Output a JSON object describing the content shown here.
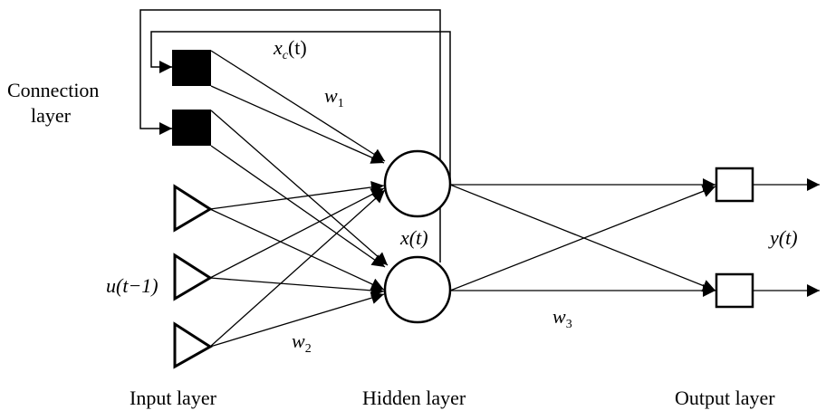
{
  "labels": {
    "connection_layer_line1": "Connection",
    "connection_layer_line2": "layer",
    "input_layer": "Input layer",
    "hidden_layer": "Hidden layer",
    "output_layer": "Output layer"
  },
  "math": {
    "xc_base": "x",
    "xc_sub": "c",
    "xc_arg": "(t)",
    "w1_base": "w",
    "w1_sub": "1",
    "w2_base": "w",
    "w2_sub": "2",
    "w3_base": "w",
    "w3_sub": "3",
    "x_t": "x(t)",
    "u_t": "u(t−1)",
    "y_t": "y(t)"
  },
  "colors": {
    "stroke": "#000000",
    "background": "#ffffff"
  }
}
